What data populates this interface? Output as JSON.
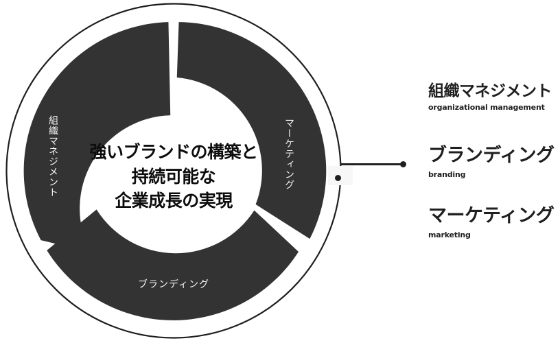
{
  "diagram": {
    "type": "donut-three-segment",
    "colors": {
      "segment_fill": "#333333",
      "outer_ring_stroke": "#1f1f1f",
      "center_text": "#0d0d0d",
      "segment_label": "#f2f2f2",
      "connector": "#1f1f1f",
      "background": "#ffffff"
    },
    "center": {
      "lines": [
        "強いブランドの構築と",
        "持続可能な",
        "企業成長の実現"
      ]
    },
    "segments": [
      {
        "id": "organizational-management",
        "label": "組織マネジメント",
        "orientation": "vertical",
        "position": "left"
      },
      {
        "id": "marketing",
        "label": "マーケティング",
        "orientation": "vertical",
        "position": "right"
      },
      {
        "id": "branding",
        "label": "ブランディング",
        "orientation": "horizontal",
        "position": "bottom"
      }
    ]
  },
  "legend": {
    "items": [
      {
        "ja": "組織マネジメント",
        "en": "organizational management"
      },
      {
        "ja": "ブランディング",
        "en": "branding"
      },
      {
        "ja": "マーケティング",
        "en": "marketing"
      }
    ]
  },
  "chart_data": {
    "type": "pie",
    "title": "強いブランドの構築と持続可能な企業成長の実現",
    "categories": [
      "組織マネジメント",
      "マーケティング",
      "ブランディング"
    ],
    "categories_en": [
      "organizational management",
      "marketing",
      "branding"
    ],
    "values": [
      33.33,
      33.33,
      33.33
    ],
    "legend_position": "right",
    "grid": false
  }
}
